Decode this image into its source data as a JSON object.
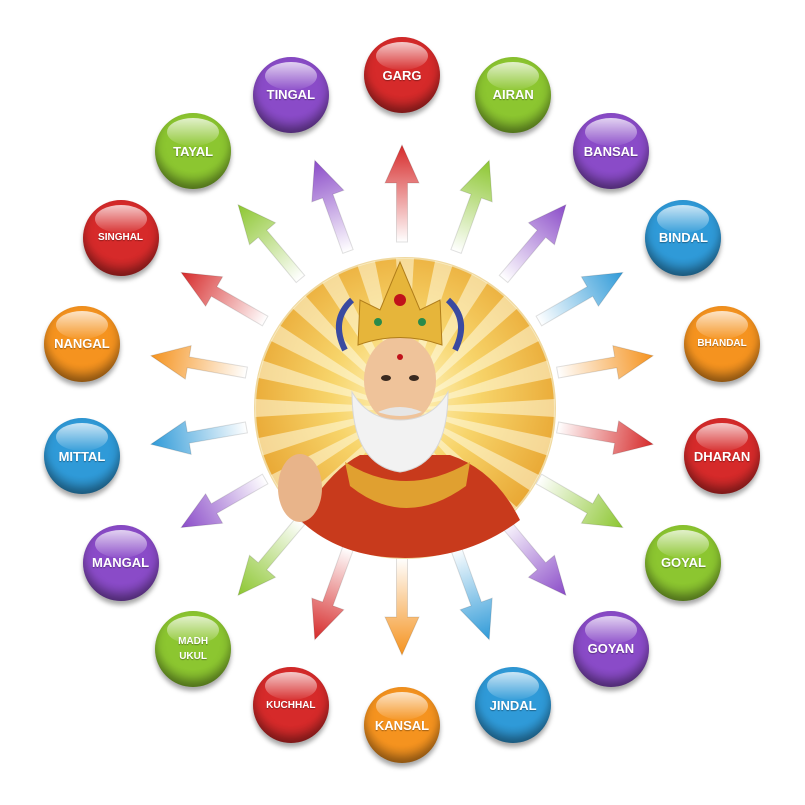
{
  "colors": {
    "red": "#d62a2a",
    "green": "#8cc630",
    "purple": "#8a4bc8",
    "blue": "#2f9ad8",
    "orange": "#f5931f"
  },
  "center_figure": {
    "icon": "deity-portrait"
  },
  "clans": [
    {
      "label": "GARG",
      "color": "red"
    },
    {
      "label": "AIRAN",
      "color": "green"
    },
    {
      "label": "BANSAL",
      "color": "purple"
    },
    {
      "label": "BINDAL",
      "color": "blue"
    },
    {
      "label": "BHANDAL",
      "color": "orange"
    },
    {
      "label": "DHARAN",
      "color": "red"
    },
    {
      "label": "GOYAL",
      "color": "green"
    },
    {
      "label": "GOYAN",
      "color": "purple"
    },
    {
      "label": "JINDAL",
      "color": "blue"
    },
    {
      "label": "KANSAL",
      "color": "orange"
    },
    {
      "label": "KUCHHAL",
      "color": "red"
    },
    {
      "label": "MADH UKUL",
      "color": "green"
    },
    {
      "label": "MANGAL",
      "color": "purple"
    },
    {
      "label": "MITTAL",
      "color": "blue"
    },
    {
      "label": "NANGAL",
      "color": "orange"
    },
    {
      "label": "SINGHAL",
      "color": "red"
    },
    {
      "label": "TAYAL",
      "color": "green"
    },
    {
      "label": "TINGAL",
      "color": "purple"
    }
  ]
}
